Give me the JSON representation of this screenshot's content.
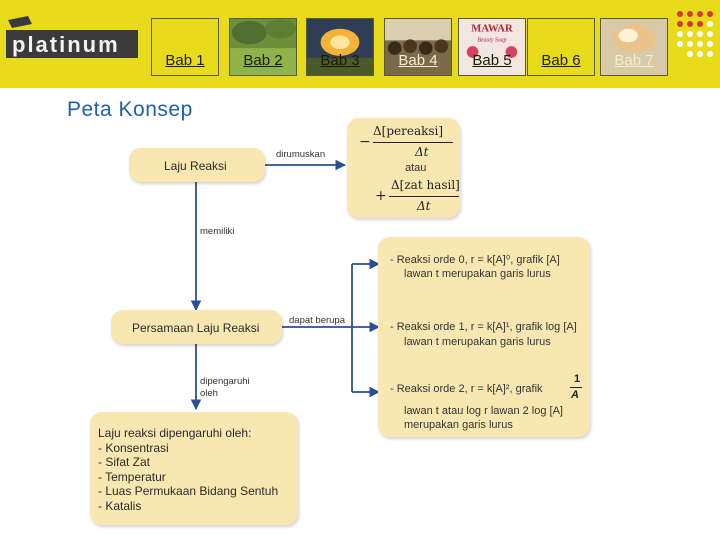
{
  "header": {
    "logo_text": "platinum",
    "tabs": [
      {
        "label": "Bab 1"
      },
      {
        "label": "Bab 2"
      },
      {
        "label": "Bab 3"
      },
      {
        "label": "Bab 4"
      },
      {
        "label": "Bab 5"
      },
      {
        "label": "Bab 6"
      },
      {
        "label": "Bab 7"
      }
    ],
    "thumb_text": {
      "line1": "MAWAR",
      "line2": "Beauty Soap"
    }
  },
  "title": "Peta Konsep",
  "concept_map": {
    "laju_reaksi": "Laju Reaksi",
    "dirumuskan": "dirumuskan",
    "formula": {
      "minus": "−",
      "plus": "+",
      "num1": "Δ[pereaksi]",
      "den1": "Δt",
      "atau": "atau",
      "num2": "Δ[zat hasil]",
      "den2": "Δt"
    },
    "memiliki": "memiliki",
    "persamaan": "Persamaan Laju Reaksi",
    "dapat_berupa": "dapat berupa",
    "dipengaruhi": "dipengaruhi oleh",
    "orders": {
      "o0_a": "-  Reaksi orde 0, r = k[A]⁰, grafik [A]",
      "o0_b": "lawan t merupakan garis lurus",
      "o1_a": "-  Reaksi orde 1, r = k[A]¹, grafik log [A]",
      "o1_b": "lawan t merupakan garis lurus",
      "o2_a": "-  Reaksi orde 2, r = k[A]², grafik",
      "o2_frac_num": "1",
      "o2_frac_den": "A",
      "o2_b": "lawan t atau log r lawan 2 log [A]",
      "o2_c": "merupakan garis lurus"
    },
    "factors": {
      "heading": "Laju reaksi dipengaruhi oleh:",
      "items": [
        "-  Konsentrasi",
        "-  Sifat Zat",
        "-  Temperatur",
        "-  Luas Permukaan Bidang Sentuh",
        "-  Katalis"
      ]
    }
  },
  "colors": {
    "header": "#e8db1c",
    "box": "#f9e7b2",
    "arrow": "#2b4f95",
    "title": "#1f5fa8"
  }
}
